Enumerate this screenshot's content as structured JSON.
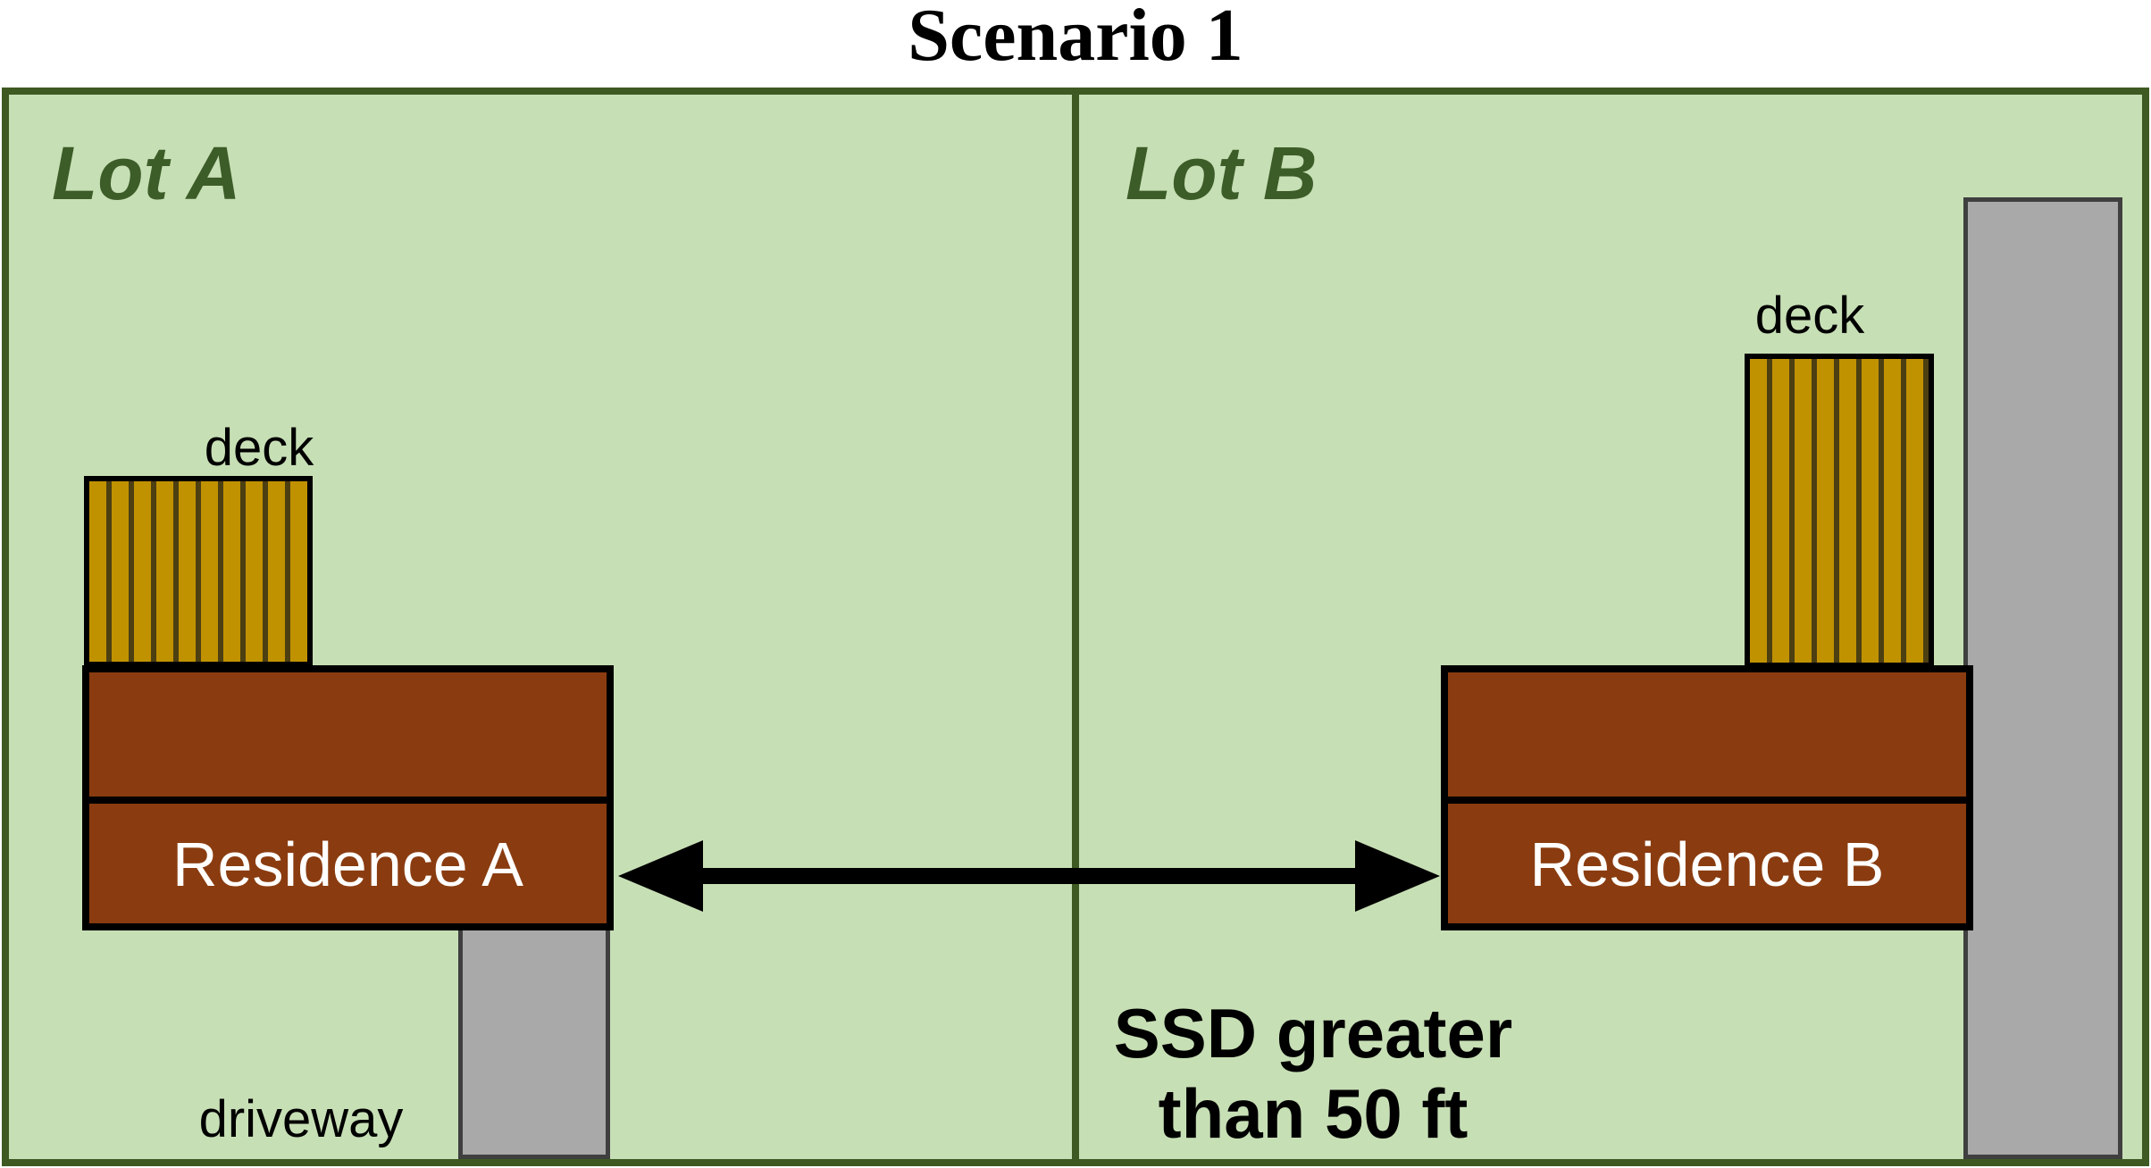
{
  "title": "Scenario 1",
  "lot_a": {
    "label": "Lot A",
    "deck_label": "deck",
    "residence_label": "Residence A",
    "driveway_label": "driveway"
  },
  "lot_b": {
    "label": "Lot B",
    "deck_label": "deck",
    "residence_label": "Residence B"
  },
  "annotation": {
    "line1": "SSD greater",
    "line2": "than 50 ft"
  },
  "colors": {
    "lot_fill": "#c7dfb5",
    "lot_border": "#3e5a22",
    "lot_label_text": "#3c5c28",
    "residence_fill": "#8a3c10",
    "residence_border": "#000000",
    "residence_text": "#ffffff",
    "deck_fill": "#c19200",
    "deck_stripe": "#4c3f12",
    "deck_border": "#000000",
    "driveway_fill": "#a9a9a9",
    "driveway_border": "#3f3f3f",
    "arrow": "#000000",
    "label_text": "#000000",
    "title_text": "#000000",
    "page_background": "#ffffff"
  }
}
